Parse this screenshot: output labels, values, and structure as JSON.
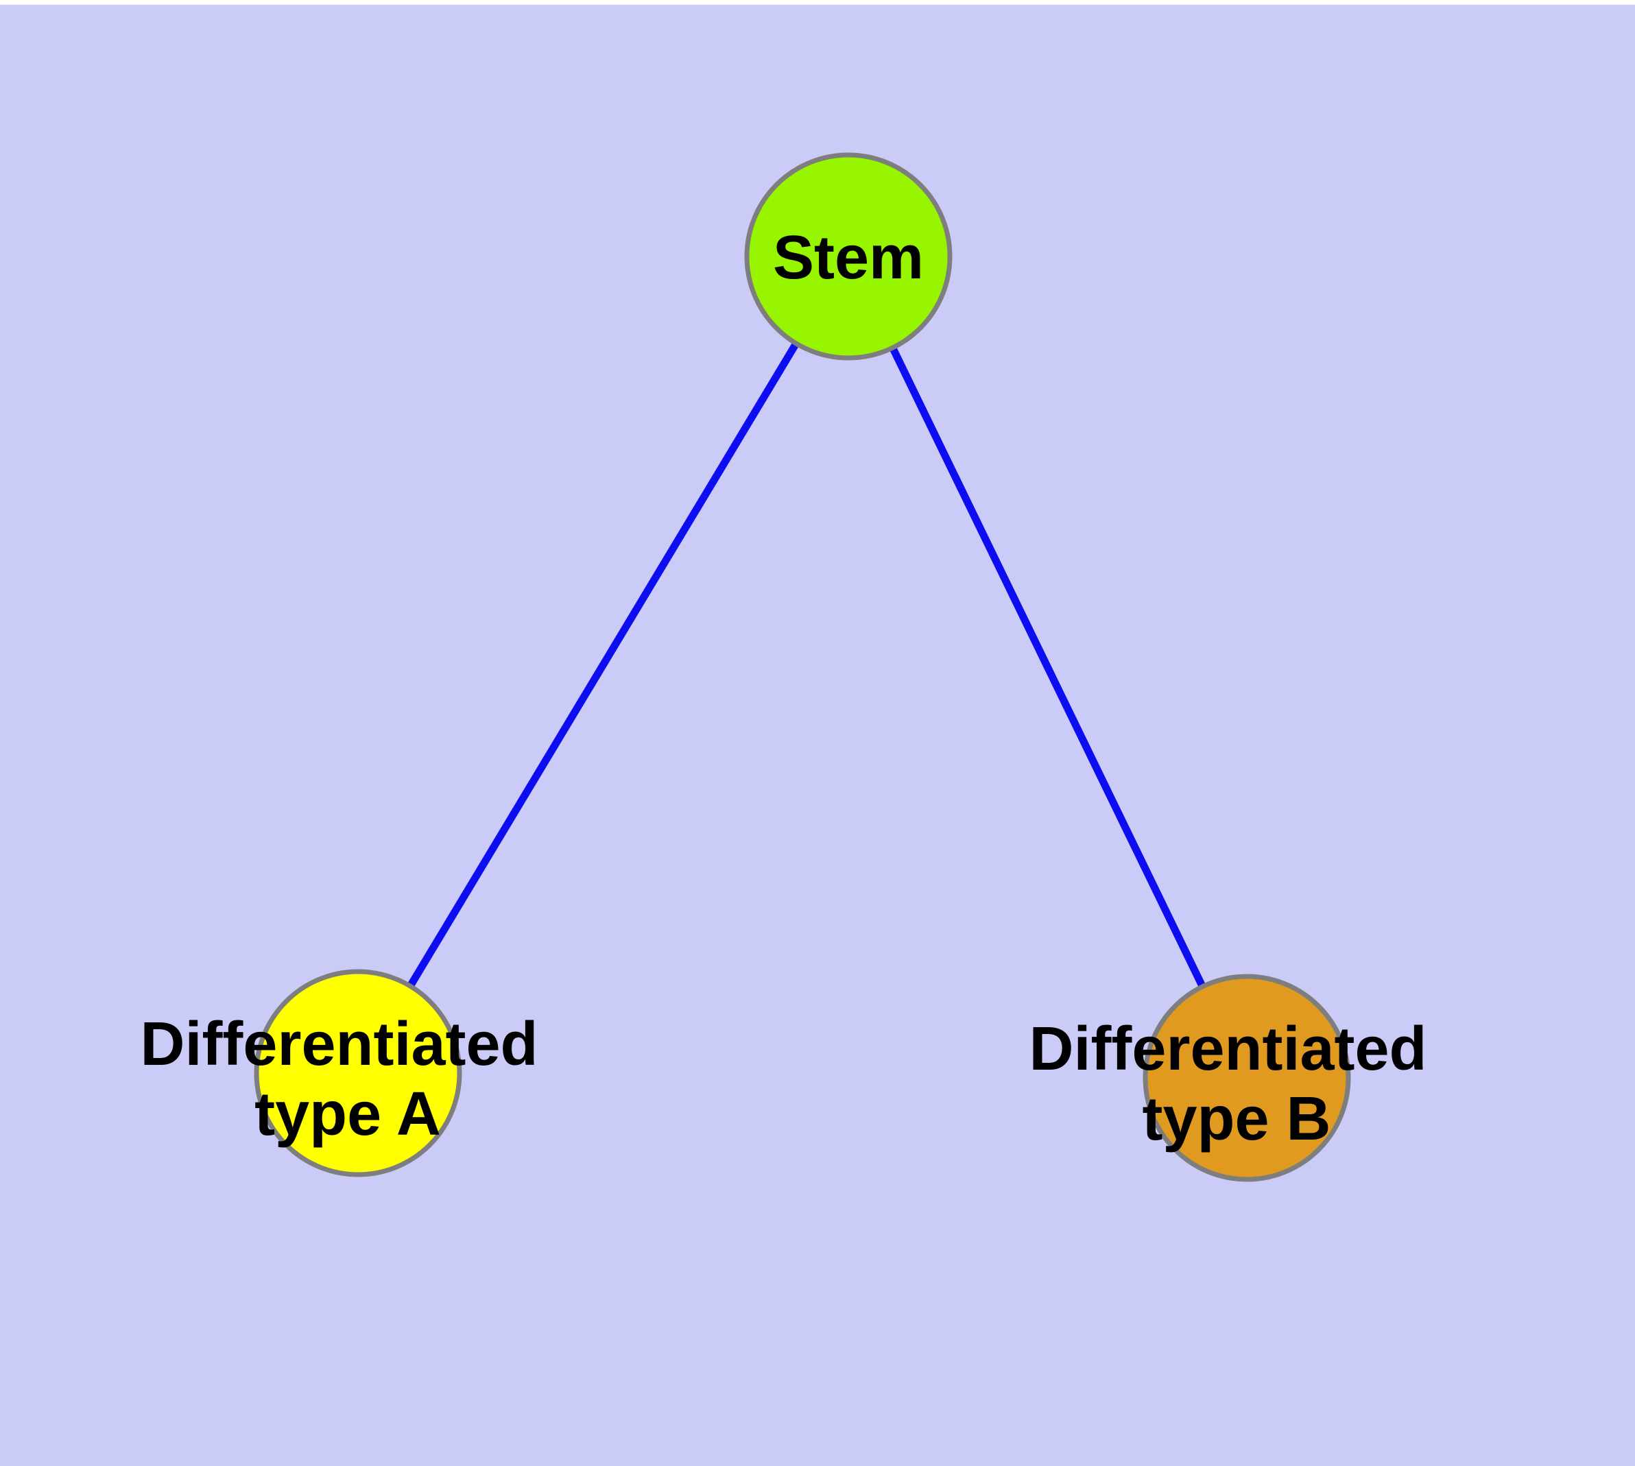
{
  "diagram": {
    "background_color": "#CBCBF8",
    "text_color": "#000000",
    "nodes": {
      "stem": {
        "label": "Stem",
        "fill": "#97F500",
        "border_color": "#7E7E7E"
      },
      "type_a": {
        "label_line1": "Differentiated",
        "label_line2": "type A",
        "fill": "#FFFF00",
        "border_color": "#7E7E7E"
      },
      "type_b": {
        "label_line1": "Differentiated",
        "label_line2": "type B",
        "fill": "#E09A20",
        "border_color": "#7E7E7E"
      }
    },
    "edges": {
      "color": "#0D0DF2",
      "items": [
        {
          "from": "Stem",
          "to": "Differentiated type A"
        },
        {
          "from": "Stem",
          "to": "Differentiated type B"
        }
      ]
    }
  }
}
